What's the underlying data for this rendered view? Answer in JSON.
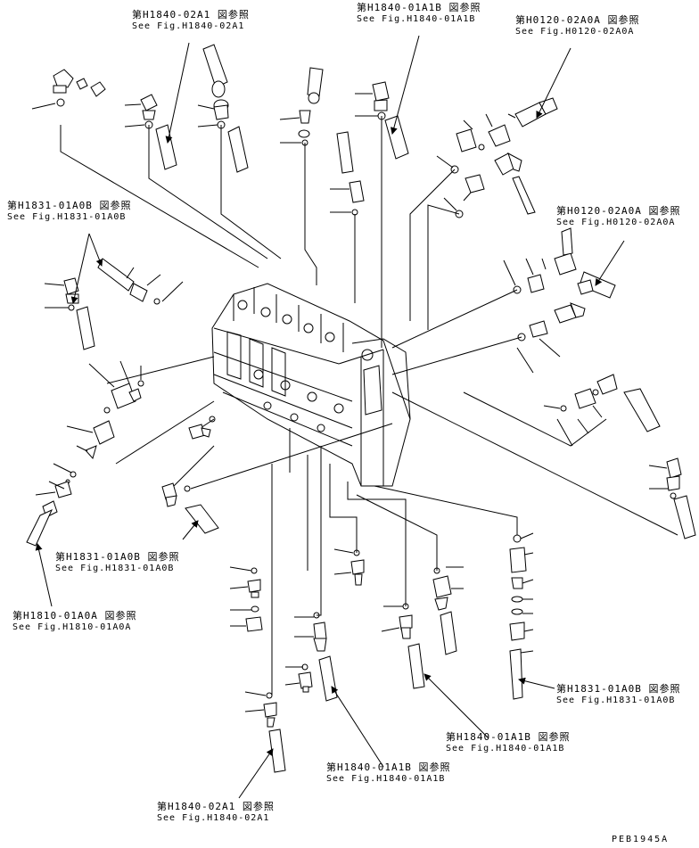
{
  "references": [
    {
      "id": "ref-h1840-02a1-top",
      "jp": "第H1840-02A1 図参照",
      "en": "See Fig.H1840-02A1"
    },
    {
      "id": "ref-h1840-01a1b-top",
      "jp": "第H1840-01A1B 図参照",
      "en": "See Fig.H1840-01A1B"
    },
    {
      "id": "ref-h0120-02a0a-top",
      "jp": "第H0120-02A0A 図参照",
      "en": "See Fig.H0120-02A0A"
    },
    {
      "id": "ref-h1831-01a0b-left",
      "jp": "第H1831-01A0B 図参照",
      "en": "See Fig.H1831-01A0B"
    },
    {
      "id": "ref-h0120-02a0a-right",
      "jp": "第H0120-02A0A 図参照",
      "en": "See Fig.H0120-02A0A"
    },
    {
      "id": "ref-h1831-01a0b-center",
      "jp": "第H1831-01A0B 図参照",
      "en": "See Fig.H1831-01A0B"
    },
    {
      "id": "ref-h1810-01a0a",
      "jp": "第H1810-01A0A 図参照",
      "en": "See Fig.H1810-01A0A"
    },
    {
      "id": "ref-h1831-01a0b-right",
      "jp": "第H1831-01A0B 図参照",
      "en": "See Fig.H1831-01A0B"
    },
    {
      "id": "ref-h1840-01a1b-bottom-right",
      "jp": "第H1840-01A1B 図参照",
      "en": "See Fig.H1840-01A1B"
    },
    {
      "id": "ref-h1840-01a1b-bottom",
      "jp": "第H1840-01A1B 図参照",
      "en": "See Fig.H1840-01A1B"
    },
    {
      "id": "ref-h1840-02a1-bottom",
      "jp": "第H1840-02A1 図参照",
      "en": "See Fig.H1840-02A1"
    }
  ],
  "drawing_id": "PEB1945A",
  "colors": {
    "ink": "#000000",
    "paper": "#ffffff"
  }
}
